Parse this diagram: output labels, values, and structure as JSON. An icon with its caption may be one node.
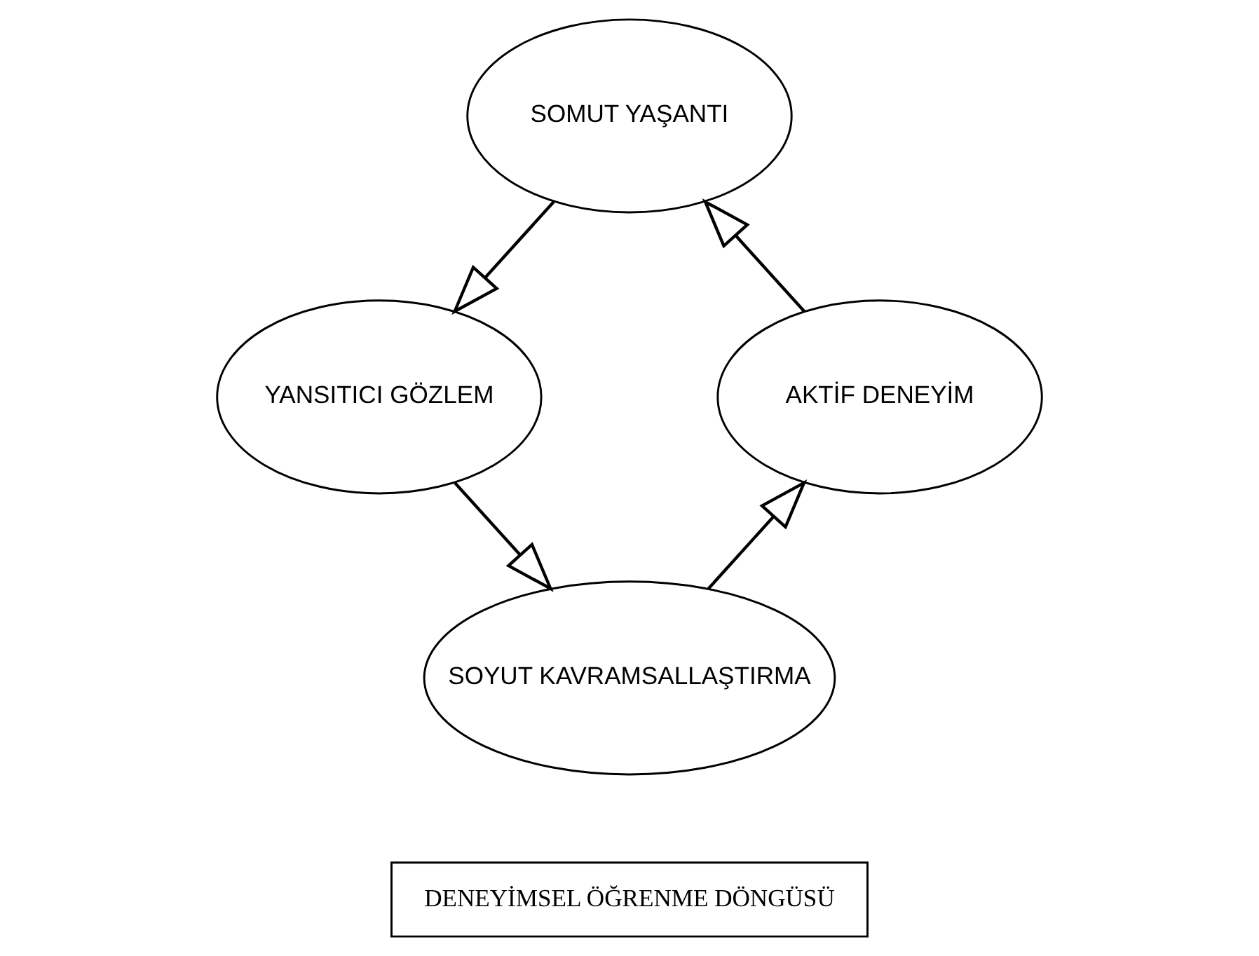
{
  "diagram": {
    "nodes": [
      {
        "text": [
          "SOMUT YAŞANTI"
        ]
      },
      {
        "text": [
          "AKTİF DENEYİM"
        ]
      },
      {
        "text": [
          "YANSITICI GÖZLEM"
        ]
      },
      {
        "text": [
          "SOYUT KAVRAMSALLAŞTIRMA"
        ]
      },
      {
        "text": [
          "DENEYİMSEL ÖĞRENME DÖNGÜSÜ"
        ]
      }
    ],
    "edges": [
      {
        "from": 0,
        "to": 2,
        "arrow": "to"
      },
      {
        "from": 2,
        "to": 3,
        "arrow": "to"
      },
      {
        "from": 3,
        "to": 1,
        "arrow": "to"
      },
      {
        "from": 1,
        "to": 0,
        "arrow": "to"
      }
    ]
  }
}
